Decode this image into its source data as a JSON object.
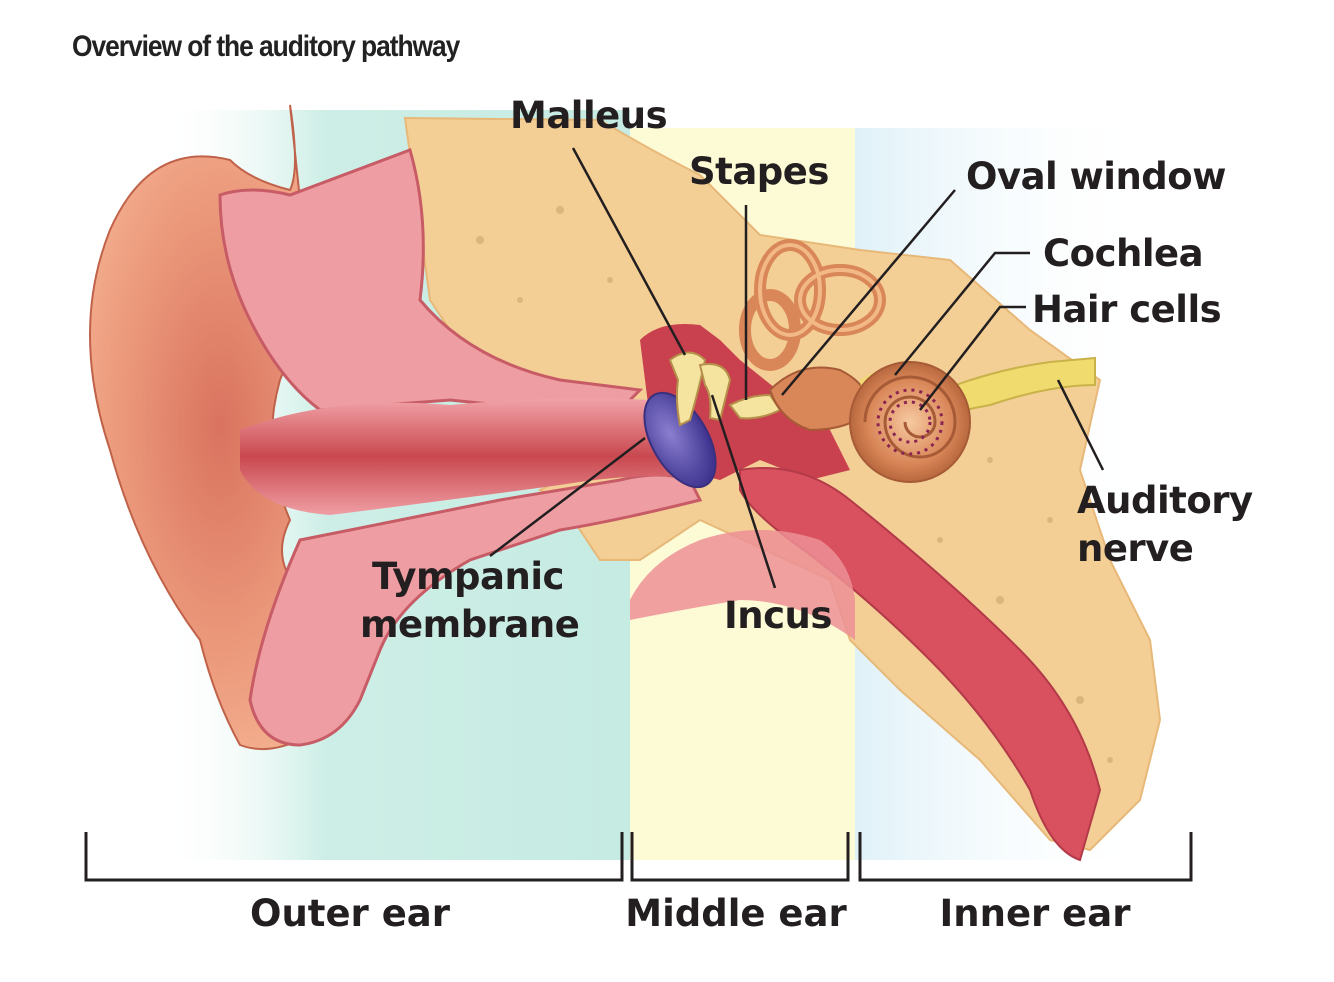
{
  "title": "Overview of the auditory pathway",
  "labels": {
    "malleus": "Malleus",
    "stapes": "Stapes",
    "oval_window": "Oval window",
    "cochlea": "Cochlea",
    "hair_cells": "Hair cells",
    "auditory_nerve_1": "Auditory",
    "auditory_nerve_2": "nerve",
    "tympanic_1": "Tympanic",
    "tympanic_2": "membrane",
    "incus": "Incus"
  },
  "regions": {
    "outer": "Outer ear",
    "middle": "Middle ear",
    "inner": "Inner ear"
  },
  "colors": {
    "outer_ear_bg": "#cdeee6",
    "middle_ear_bg": "#fdfbd6",
    "inner_ear_bg": "#dff1f8",
    "skin": "#e89a78",
    "canal": "#e57a86",
    "bone": "#f3cf96",
    "tympanic": "#5b4fa8",
    "cochlea": "#d9895a",
    "nerve": "#f0dc6e"
  }
}
